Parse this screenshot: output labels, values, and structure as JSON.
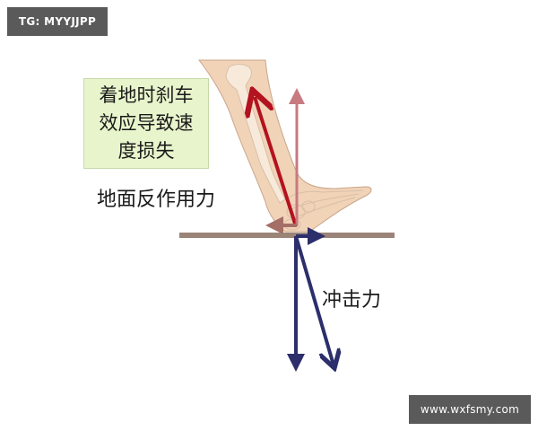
{
  "watermarks": {
    "top_left": "TG: MYYJJPP",
    "bottom_right": "www.wxfsmy.com"
  },
  "callout": {
    "lines": [
      "着地时刹车",
      "效应导致速",
      "度损失"
    ],
    "background": "#e8f5cc"
  },
  "labels": {
    "ground_reaction_force": "地面反作用力",
    "impact_force": "冲击力"
  },
  "colors": {
    "ground": "#9a8478",
    "leg_skin": "#f1d3b8",
    "bone": "#f8eadb",
    "red_arrow": "#b3121f",
    "pink_arrow": "#c77a80",
    "brown_arrow": "#a46f66",
    "navy_arrow": "#2c2f6b"
  },
  "arrows": [
    {
      "name": "leg-axis-force",
      "color": "red_arrow",
      "direction": "up-left along shin"
    },
    {
      "name": "vertical-reaction",
      "color": "pink_arrow",
      "direction": "up"
    },
    {
      "name": "braking-force",
      "color": "brown_arrow",
      "direction": "left"
    },
    {
      "name": "horizontal-push",
      "color": "navy_arrow",
      "direction": "right"
    },
    {
      "name": "vertical-impact",
      "color": "navy_arrow",
      "direction": "down"
    },
    {
      "name": "angled-impact",
      "color": "navy_arrow",
      "direction": "down-right"
    }
  ]
}
